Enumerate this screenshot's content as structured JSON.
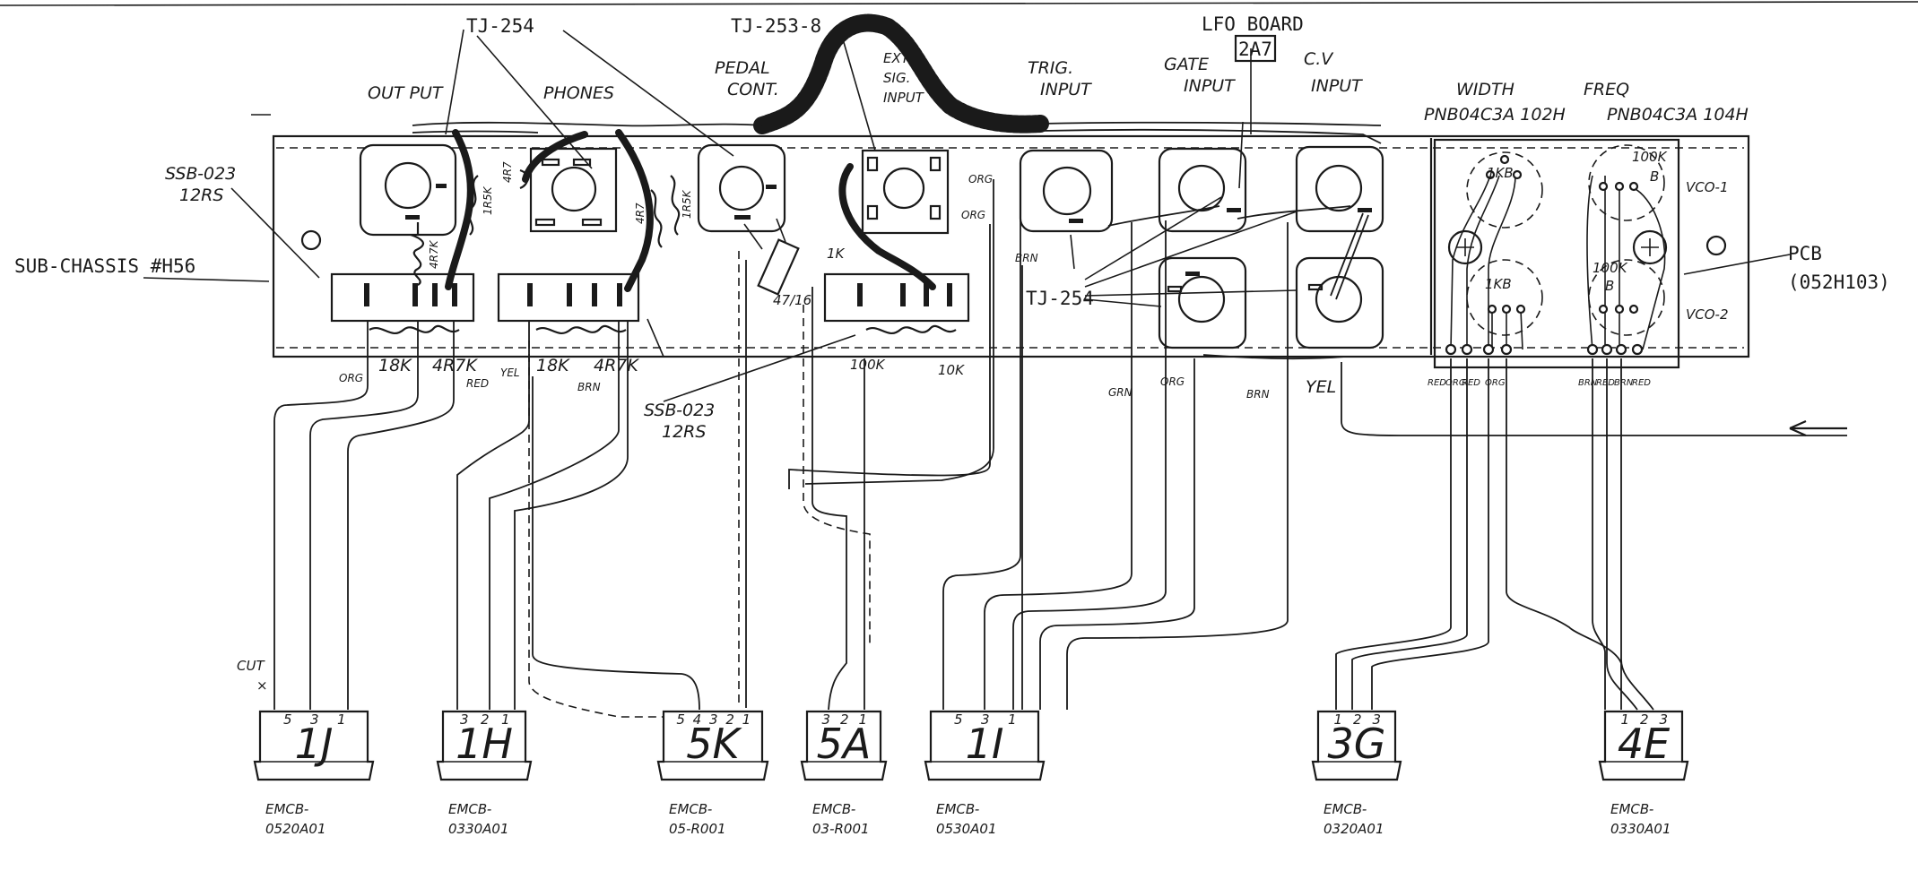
{
  "labels": {
    "lfo_board": "LFO BOARD",
    "lfo_board_code": "2A7",
    "tj254_top": "TJ-254",
    "tj2538": "TJ-253-8",
    "output": "OUT PUT",
    "phones": "PHONES",
    "pedal_line1": "PEDAL",
    "pedal_line2": "CONT.",
    "ext_line1": "EXT.",
    "ext_line2": "SIG.",
    "ext_line3": "INPUT",
    "trig_line1": "TRIG.",
    "trig_line2": "INPUT",
    "gate_line1": "GATE",
    "gate_line2": "INPUT",
    "cv_line1": "C.V",
    "cv_line2": "INPUT",
    "width": "WIDTH",
    "freq": "FREQ",
    "width_part": "PNB04C3A 102H",
    "freq_part": "PNB04C3A  104H",
    "vco1": "VCO-1",
    "vco2": "VCO-2",
    "pcb_line1": "PCB",
    "pcb_line2": "(052H103)",
    "ssb_left_line1": "SSB-023",
    "ssb_left_line2": "12RS",
    "ssb_mid_line1": "SSB-023",
    "ssb_mid_line2": "12RS",
    "sub_chassis": "SUB-CHASSIS #H56",
    "tj254_lower": "TJ-254",
    "cut": "CUT",
    "cap": "47/16",
    "pot_1kb_top": "1KB",
    "pot_1kb_bot": "1KB",
    "pot_100k_top_a": "100K",
    "pot_100k_top_b": "B",
    "pot_100k_bot_a": "100K",
    "pot_100k_bot_b": "B"
  },
  "components": {
    "r_1r5k_left": "1R5K",
    "r_4r7_left": "4R7",
    "r_4r7_right": "4R7",
    "r_1r5k_right": "1R5K",
    "r_4r7k_vert": "4R7K",
    "r_1k": "1K",
    "r_18k_a": "18K",
    "r_4r7k_a": "4R7K",
    "r_18k_b": "18K",
    "r_4r7k_b": "4R7K",
    "r_100k": "100K",
    "r_10k": "10K"
  },
  "wire_colors": {
    "org_a": "ORG",
    "red_a": "RED",
    "yel_a": "YEL",
    "brn_a": "BRN",
    "org_ext1": "ORG",
    "org_ext2": "ORG",
    "brn_trig": "BRN",
    "grn": "GRN",
    "org_gate": "ORG",
    "brn_cv": "BRN",
    "yel_cv": "YEL",
    "pcb_colors": [
      "RED",
      "ORG",
      "RED",
      "ORG",
      "BRN",
      "RED",
      "BRN",
      "RED"
    ]
  },
  "connectors": [
    {
      "code": "1J",
      "part_line1": "EMCB-",
      "part_line2": "0520A01",
      "pins": [
        "5",
        "3",
        "1"
      ]
    },
    {
      "code": "1H",
      "part_line1": "EMCB-",
      "part_line2": "0330A01",
      "pins": [
        "3",
        "2",
        "1"
      ]
    },
    {
      "code": "5K",
      "part_line1": "EMCB-",
      "part_line2": "05-R001",
      "pins": [
        "5",
        "4",
        "3",
        "2",
        "1"
      ]
    },
    {
      "code": "5A",
      "part_line1": "EMCB-",
      "part_line2": "03-R001",
      "pins": [
        "3",
        "2",
        "1"
      ]
    },
    {
      "code": "1I",
      "part_line1": "EMCB-",
      "part_line2": "0530A01",
      "pins": [
        "5",
        "3",
        "1"
      ]
    },
    {
      "code": "3G",
      "part_line1": "EMCB-",
      "part_line2": "0320A01",
      "pins": [
        "1",
        "2",
        "3"
      ]
    },
    {
      "code": "4E",
      "part_line1": "EMCB-",
      "part_line2": "0330A01",
      "pins": [
        "1",
        "2",
        "3"
      ]
    }
  ]
}
